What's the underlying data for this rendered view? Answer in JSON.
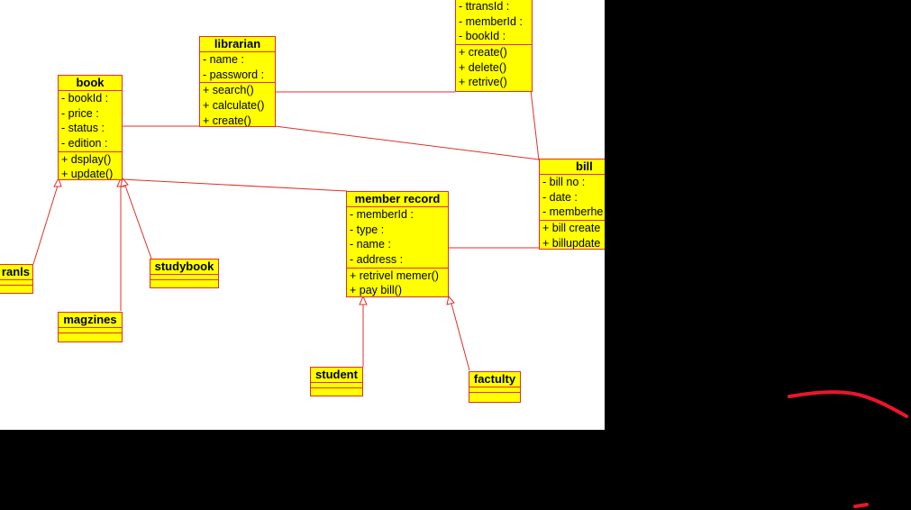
{
  "colors": {
    "class_fill": "#ffff00",
    "class_border": "#e0302a",
    "line": "#e0302a",
    "pen": "#e8162c"
  },
  "classes": {
    "transaction": {
      "title": "",
      "attributes": [
        "- ttransId :",
        "- memberId :",
        "- bookId :"
      ],
      "methods": [
        "+ create()",
        "+ delete()",
        "+ retrive()"
      ]
    },
    "librarian": {
      "title": "librarian",
      "attributes": [
        "- name :",
        "- password :"
      ],
      "methods": [
        "+ search()",
        "+ calculate()",
        "+ create()"
      ]
    },
    "book": {
      "title": "book",
      "attributes": [
        "- bookId :",
        "- price :",
        "- status :",
        "- edition :"
      ],
      "methods": [
        "+ dsplay()",
        "+ update()"
      ]
    },
    "bill": {
      "title": "bill",
      "attributes": [
        "- bill no :",
        "- date :",
        "- memberhe"
      ],
      "methods": [
        "+ bill create",
        "+ billupdate"
      ]
    },
    "member_record": {
      "title": "member record",
      "attributes": [
        "- memberId :",
        "- type :",
        "- name :",
        "- address :"
      ],
      "methods": [
        "+ retrivel memer()",
        "+ pay bill()"
      ]
    },
    "journals": {
      "title": "ranls"
    },
    "studybook": {
      "title": "studybook"
    },
    "magzines": {
      "title": "magzines"
    },
    "student": {
      "title": "student"
    },
    "factulty": {
      "title": "factulty"
    }
  }
}
